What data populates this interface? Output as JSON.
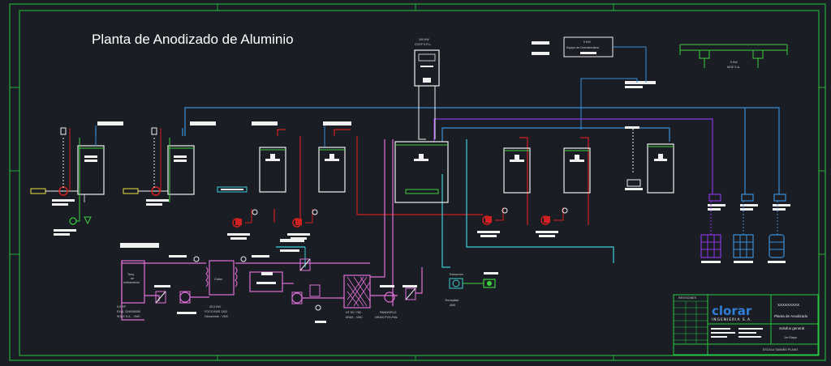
{
  "title": "Planta de Anodizado de Aluminio",
  "colors": {
    "background": "#1b1d24",
    "frame": "#28c940",
    "red": "#d02020",
    "blue": "#3a8fd8",
    "purple": "#8a35e0",
    "pink": "#e070d8",
    "green": "#3ecf3e",
    "cyan": "#3bd0d8",
    "white": "#f0f0f0"
  },
  "labels": {
    "transformer_top": [
      "340 KW",
      "DCEP S.R.L."
    ],
    "transformer_right": [
      "5 KW",
      "Equipo de Desmineraliza"
    ],
    "transformer_small": [
      "5 KW",
      "MOE S.A."
    ],
    "pump_left": [
      "5,5 HP",
      "EXAL 3340/56050",
      "SHAX S.A. - VMC"
    ],
    "tank_left_text": [
      "Tanq.",
      "de",
      "enfriamiento"
    ],
    "chiller_text": "Chiller",
    "chiller_spec": [
      "45,0 KW",
      "FOCS KWS 1302",
      "Climaverde - VMC"
    ],
    "heat_exchanger_spec": [
      "NT 50 / 780",
      "ARAK - VMC"
    ],
    "panworld_spec": [
      "PANWORLD",
      "NH400 PVH-FIAL"
    ],
    "extraction": [
      "Extraccion"
    ],
    "extraction_spec": [
      "Tecnoplast",
      "4kW"
    ]
  },
  "title_block": {
    "company": "clorar",
    "company_sub": "INGENIERIA S.A.",
    "drawing_title": "Planta de Anodizado",
    "drawing_subtitle": "Solufus general",
    "code": "XXXXXXXXX",
    "revision_header": "REVISIONES",
    "sheet": "1er Etapa",
    "footer": "ESCALA  TAMAÑO  PLANO"
  }
}
